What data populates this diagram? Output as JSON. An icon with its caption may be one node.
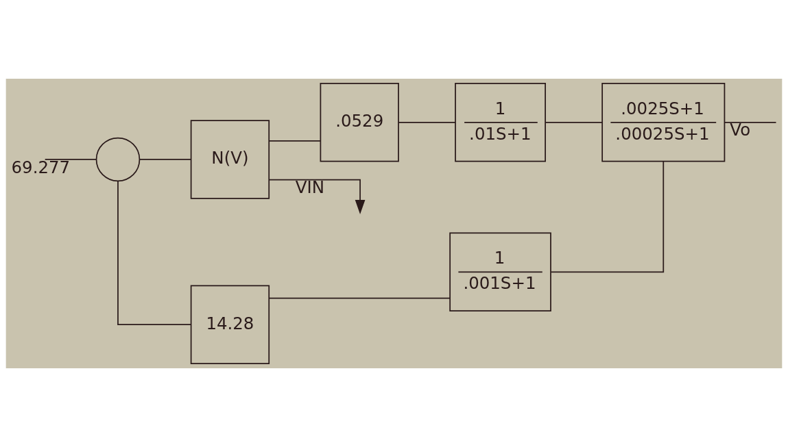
{
  "diagram": {
    "nodes": [
      {
        "text": [],
        "shape": "circle"
      },
      {
        "text": [
          "N(V)"
        ]
      },
      {
        "text": [
          ".0529"
        ]
      },
      {
        "text": [
          "1",
          ".01S+1"
        ]
      },
      {
        "text": [
          ".0025S+1",
          ".00025S+1"
        ]
      },
      {
        "text": [
          "14.28"
        ]
      },
      {
        "text": [
          "1",
          ".001S+1"
        ]
      }
    ],
    "edges": [
      {
        "from": null,
        "to": 0,
        "arrow": "none",
        "label": "69.277"
      },
      {
        "from": 0,
        "to": 1,
        "arrow": "none"
      },
      {
        "from": 1,
        "to": null,
        "arrow": "to",
        "label": "VIN"
      },
      {
        "from": 1,
        "to": 2,
        "arrow": "none"
      },
      {
        "from": 2,
        "to": 3,
        "arrow": "none"
      },
      {
        "from": 3,
        "to": 4,
        "arrow": "none"
      },
      {
        "from": 4,
        "to": null,
        "arrow": "none",
        "label": "Vo"
      },
      {
        "from": 4,
        "to": 6,
        "arrow": "none"
      },
      {
        "from": 6,
        "to": 5,
        "arrow": "none"
      },
      {
        "from": 5,
        "to": 0,
        "arrow": "none"
      }
    ]
  }
}
